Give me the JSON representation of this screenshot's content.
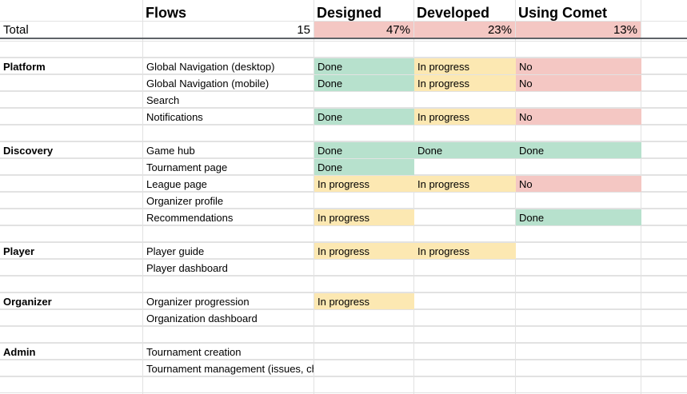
{
  "headers": {
    "flows": "Flows",
    "designed": "Designed",
    "developed": "Developed",
    "using": "Using Comet"
  },
  "totals": {
    "label": "Total",
    "flows": "15",
    "designed": "47%",
    "developed": "23%",
    "using": "13%"
  },
  "colors": {
    "done": "#b7e1cd",
    "in_progress": "#fce8b2",
    "no": "#f4c7c3"
  },
  "rows": [
    {
      "section": "",
      "flow": "",
      "designed": "",
      "developed": "",
      "using": ""
    },
    {
      "section": "Platform",
      "flow": "Global Navigation (desktop)",
      "designed": "Done",
      "developed": "In progress",
      "using": "No"
    },
    {
      "section": "",
      "flow": "Global Navigation (mobile)",
      "designed": "Done",
      "developed": "In progress",
      "using": "No"
    },
    {
      "section": "",
      "flow": "Search",
      "designed": "",
      "developed": "",
      "using": ""
    },
    {
      "section": "",
      "flow": "Notifications",
      "designed": "Done",
      "developed": "In progress",
      "using": "No"
    },
    {
      "section": "",
      "flow": "",
      "designed": "",
      "developed": "",
      "using": ""
    },
    {
      "section": "Discovery",
      "flow": "Game hub",
      "designed": "Done",
      "developed": "Done",
      "using": "Done"
    },
    {
      "section": "",
      "flow": "Tournament page",
      "designed": "Done",
      "developed": "",
      "using": ""
    },
    {
      "section": "",
      "flow": "League page",
      "designed": "In progress",
      "developed": "In progress",
      "using": "No"
    },
    {
      "section": "",
      "flow": "Organizer profile",
      "designed": "",
      "developed": "",
      "using": ""
    },
    {
      "section": "",
      "flow": "Recommendations",
      "designed": "In progress",
      "developed": "",
      "using": "Done"
    },
    {
      "section": "",
      "flow": "",
      "designed": "",
      "developed": "",
      "using": ""
    },
    {
      "section": "Player",
      "flow": "Player guide",
      "designed": "In progress",
      "developed": "In progress",
      "using": ""
    },
    {
      "section": "",
      "flow": "Player dashboard",
      "designed": "",
      "developed": "",
      "using": ""
    },
    {
      "section": "",
      "flow": "",
      "designed": "",
      "developed": "",
      "using": ""
    },
    {
      "section": "Organizer",
      "flow": "Organizer progression",
      "designed": "In progress",
      "developed": "",
      "using": ""
    },
    {
      "section": "",
      "flow": "Organization dashboard",
      "designed": "",
      "developed": "",
      "using": ""
    },
    {
      "section": "",
      "flow": "",
      "designed": "",
      "developed": "",
      "using": ""
    },
    {
      "section": "Admin",
      "flow": "Tournament creation",
      "designed": "",
      "developed": "",
      "using": ""
    },
    {
      "section": "",
      "flow": "Tournament management (issues, chat)",
      "designed": "",
      "developed": "",
      "using": ""
    }
  ]
}
